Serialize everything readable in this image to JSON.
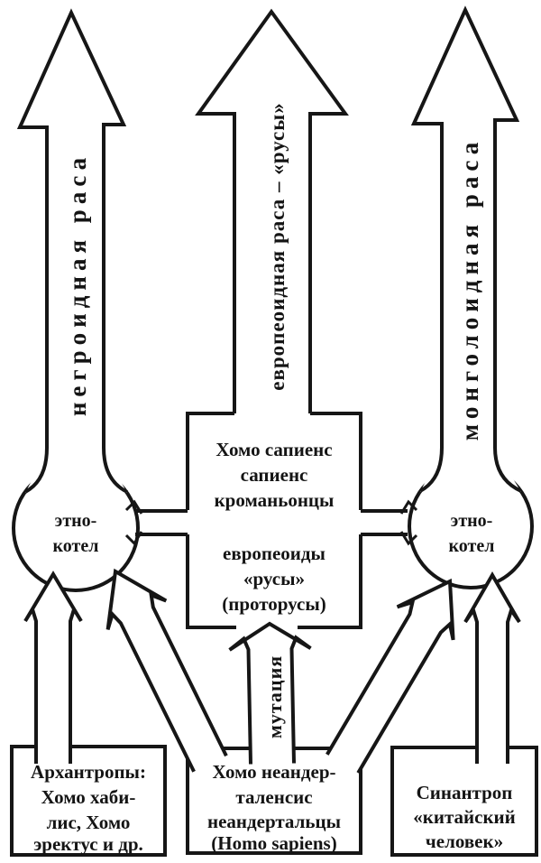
{
  "diagram": {
    "race_arrows": {
      "left": "негроидная раса",
      "center": "европеоидная раса – «русы»",
      "right": "монголоидная раса"
    },
    "cauldron_left": {
      "line1": "этно-",
      "line2": "котел"
    },
    "cauldron_right": {
      "line1": "этно-",
      "line2": "котел"
    },
    "central_box": {
      "lines": [
        "Хомо сапиенс",
        "сапиенс",
        "кроманьонцы",
        "европеоиды",
        "«русы»",
        "(проторусы)"
      ]
    },
    "mutation_label": "мутация",
    "box_archanthropus": {
      "lines": [
        "Архантропы:",
        "Хомо хаби-",
        "лис, Хомо",
        "эректус и др."
      ]
    },
    "box_neanderthal": {
      "lines": [
        "Хомо неандер-",
        "таленсис",
        "неандертальцы",
        "(Homo sapiens)"
      ]
    },
    "box_sinanthropus": {
      "lines": [
        "Синантроп",
        "«китайский",
        "человек»"
      ]
    },
    "colors": {
      "ink": "#161616",
      "paper": "#ffffff"
    }
  }
}
